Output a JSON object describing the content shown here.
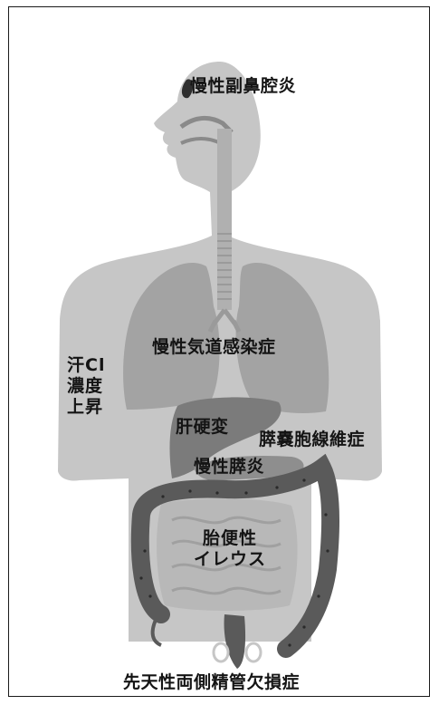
{
  "figure": {
    "labels": {
      "sinusitis": "慢性副鼻腔炎",
      "airway": "慢性気道感染症",
      "sweat": [
        "汗Cl",
        "濃度",
        "上昇"
      ],
      "liver": "肝硬変",
      "cystic_fibrosis": "膵嚢胞線維症",
      "pancreatitis": "慢性膵炎",
      "ileus": [
        "胎便性",
        "イレウス"
      ],
      "cbavd": "先天性両側精管欠損症"
    },
    "colors": {
      "body": "#c6c6c6",
      "lungs": "#a3a3a3",
      "liver": "#7b7b7b",
      "pancreas": "#8e8e8e",
      "intestine_large": "#5a5a5a",
      "intestine_small": "#b8b8b8",
      "frame": "#1a1a1a",
      "text": "#141414"
    }
  }
}
